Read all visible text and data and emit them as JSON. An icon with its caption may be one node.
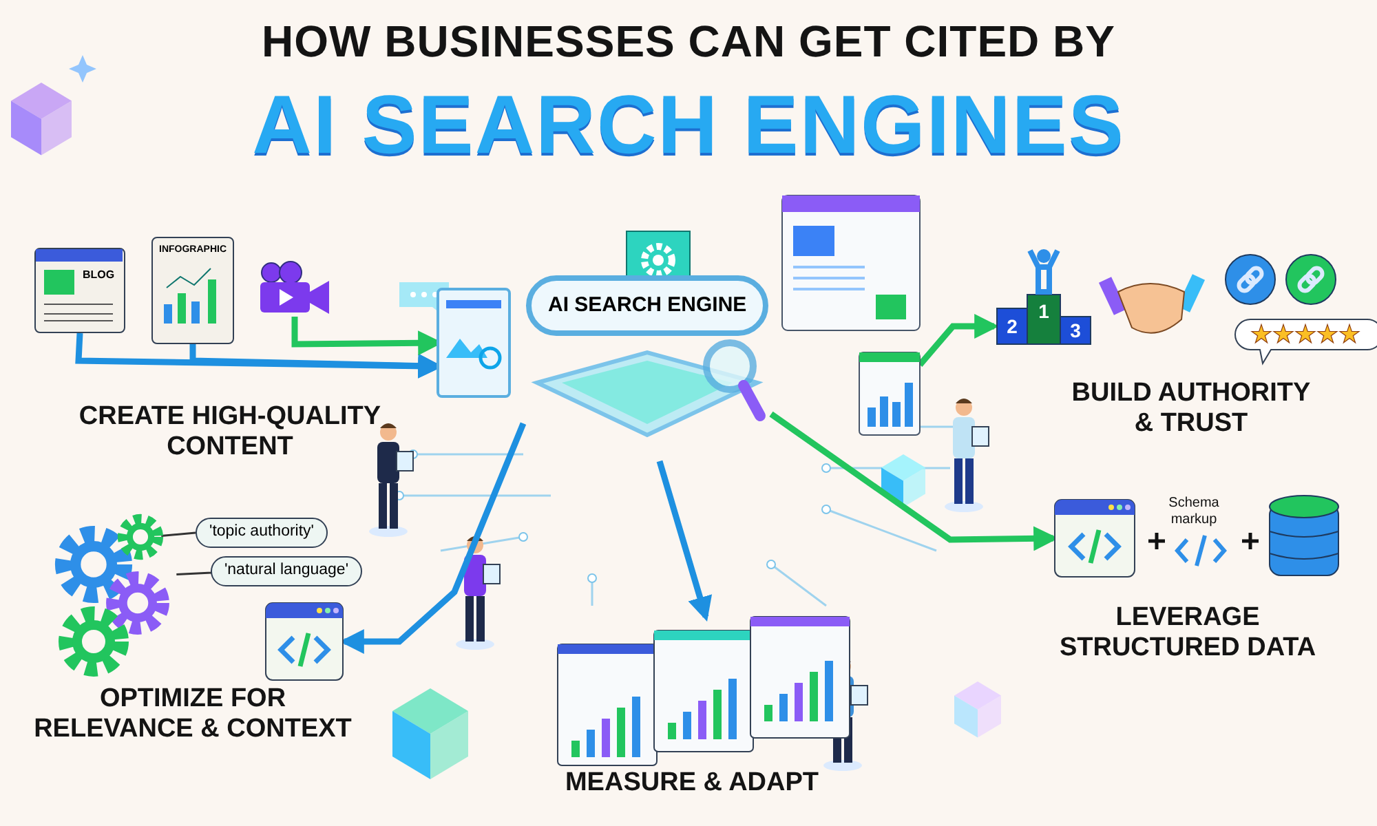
{
  "diagram": {
    "title": "HOW BUSINESSES CAN GET CITED BY",
    "nodes": [
      {
        "text": [
          "BLOG"
        ]
      },
      {
        "text": [
          "INFOGRAPHIC"
        ]
      },
      {
        "text": [],
        "shape": "picture"
      },
      {
        "text": [],
        "shape": "picture"
      },
      {
        "text": [
          "AI SEARCH ENGINE"
        ]
      },
      {
        "text": [],
        "shape": "picture"
      },
      {
        "text": [],
        "shape": "picture"
      },
      {
        "text": [],
        "shape": "picture"
      },
      {
        "text": [],
        "shape": "picture"
      },
      {
        "text": [],
        "shape": "picture"
      },
      {
        "text": [],
        "shape": "picture"
      },
      {
        "text": [
          "'topic authority'"
        ]
      },
      {
        "text": [
          "'natural language'"
        ]
      },
      {
        "text": [],
        "shape": "picture"
      }
    ],
    "edges": [
      {
        "from": 0,
        "to": 3,
        "arrow": "to"
      },
      {
        "from": 1,
        "to": 3,
        "arrow": "to"
      },
      {
        "from": 2,
        "to": 3,
        "arrow": "to",
        "color": "#22c55e"
      },
      {
        "from": 6,
        "to": 7,
        "arrow": "to",
        "color": "#22c55e"
      },
      {
        "from": 4,
        "to": 8,
        "arrow": "to",
        "color": "#22c55e"
      },
      {
        "from": 4,
        "to": 9,
        "arrow": "to"
      },
      {
        "from": 4,
        "to": 10,
        "arrow": "to"
      },
      {
        "from": 13,
        "to": 11,
        "arrow": "none",
        "color": "#333333"
      },
      {
        "from": 13,
        "to": 12,
        "arrow": "none",
        "color": "#333333"
      }
    ],
    "labels": [
      "AI SEARCH ENGINES",
      "2",
      "1",
      "3",
      "BUILD AUTHORITY & TRUST",
      "CREATE HIGH-QUALITY CONTENT",
      "Schema markup",
      "OPTIMIZE FOR RELEVANCE & CONTEXT",
      "LEVERAGE STRUCTURED DATA",
      "MEASURE & ADAPT"
    ]
  }
}
